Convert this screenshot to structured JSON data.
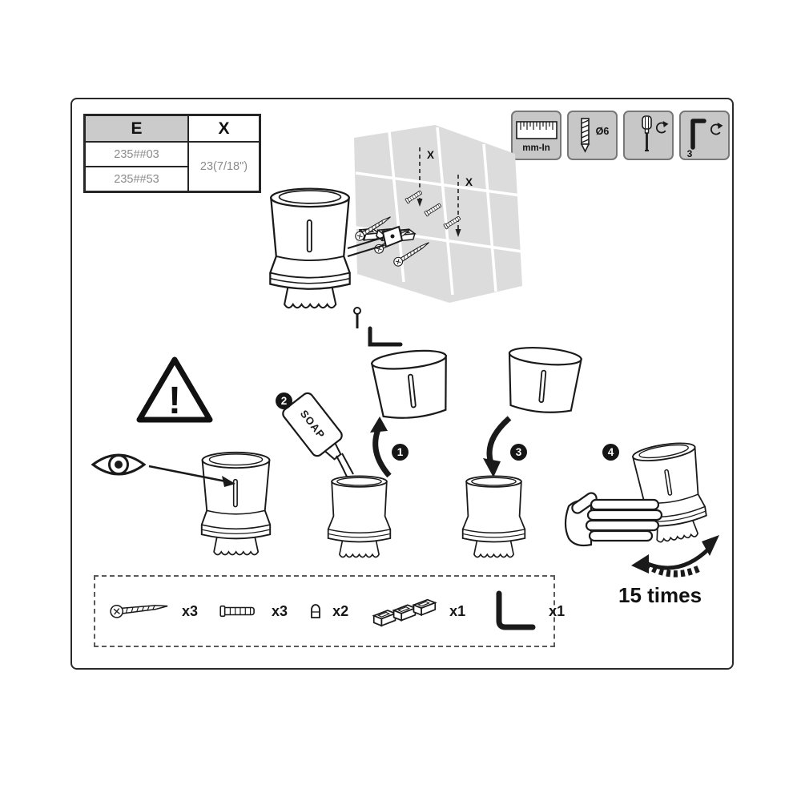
{
  "spec_table": {
    "headers": [
      "E",
      "X"
    ],
    "models": [
      "235##03",
      "235##53"
    ],
    "dimension_value": "23(7/18\")"
  },
  "tools": {
    "ruler_label": "mm-In",
    "drill_label": "Ø6",
    "allen_size_label": "3"
  },
  "wall_diagram": {
    "dim_label_1": "X",
    "dim_label_2": "X"
  },
  "warning": {
    "symbol": "!"
  },
  "steps": {
    "step1": "1",
    "step2": "2",
    "step3": "3",
    "step4": "4"
  },
  "soap": {
    "label": "SOAP"
  },
  "rotation": {
    "label": "15 times"
  },
  "parts_list": {
    "items": [
      {
        "name": "screw",
        "qty": "x3"
      },
      {
        "name": "wall-plug",
        "qty": "x3"
      },
      {
        "name": "adapter-cap",
        "qty": "x2"
      },
      {
        "name": "mounting-bracket",
        "qty": "x1"
      },
      {
        "name": "allen-key",
        "qty": "x1"
      }
    ]
  }
}
